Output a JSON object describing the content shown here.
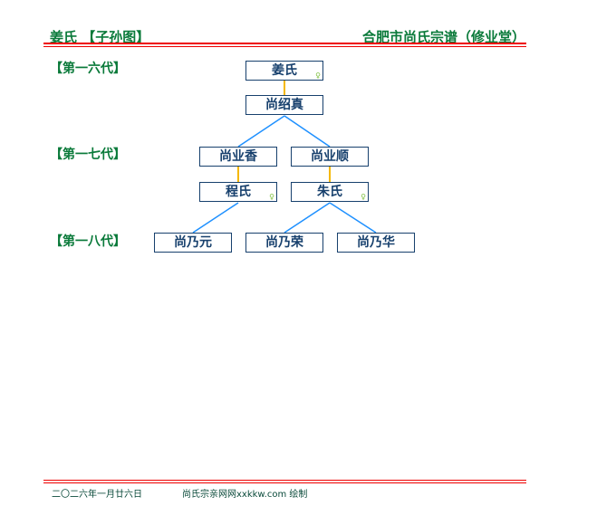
{
  "header": {
    "left": "姜氏 【子孙图】",
    "right": "合肥市尚氏宗谱（修业堂）"
  },
  "generations": [
    "【第一六代】",
    "【第一七代】",
    "【第一八代】"
  ],
  "people": {
    "jiang": "姜氏",
    "shaozhen": "尚绍真",
    "yexiang": "尚业香",
    "yeshun": "尚业顺",
    "cheng": "程氏",
    "zhu": "朱氏",
    "naiyuan": "尚乃元",
    "nairong": "尚乃荣",
    "naihua": "尚乃华"
  },
  "female_icon": "♀",
  "footer": {
    "date": "二〇二六年一月廿六日",
    "credit": "尚氏宗亲网网xxkkw.com 绘制"
  },
  "colors": {
    "green": "#0a7a3a",
    "red": "#e00000",
    "box": "#17406d",
    "spouse_line": "#f5b800",
    "child_line": "#1e90ff"
  }
}
